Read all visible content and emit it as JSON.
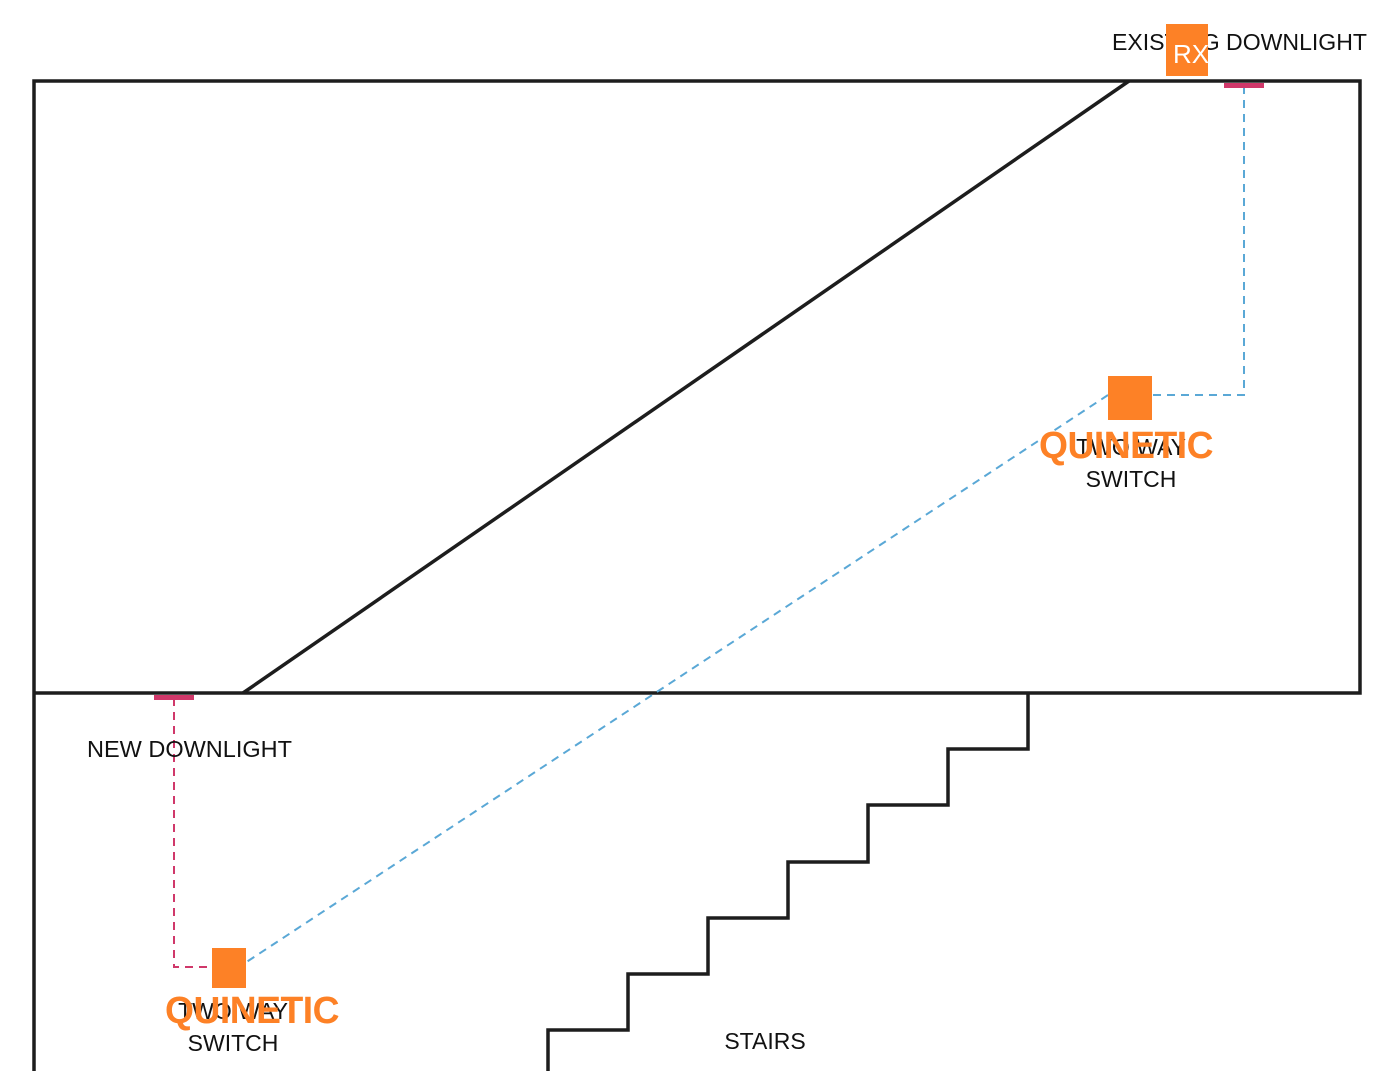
{
  "colors": {
    "wall": "#1d1d1d",
    "accent": "#fd8126",
    "link_wire": "#5aa8d6",
    "mains_wire": "#d0386a",
    "label": "#111111",
    "background": "#ffffff"
  },
  "labels": {
    "existing_downlight": "EXISTING DOWNLIGHT",
    "new_downlight": "NEW DOWNLIGHT",
    "upper_switch_line1": "TWO WAY",
    "upper_switch_line2": "SWITCH",
    "lower_switch_line1": "TWO WAY",
    "lower_switch_line2": "SWITCH",
    "stairs": "STAIRS"
  },
  "devices": {
    "receiver_label": "RX",
    "upper_switch_brand": "QUINETIC",
    "lower_switch_brand": "QUINETIC"
  }
}
